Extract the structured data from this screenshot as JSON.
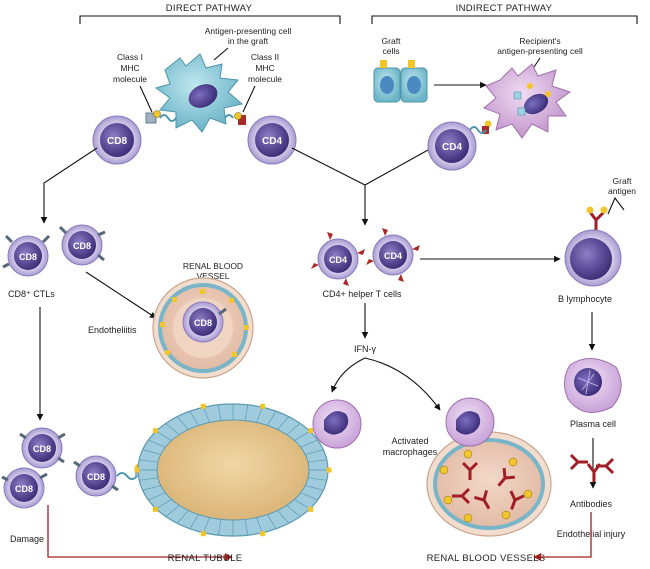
{
  "headings": {
    "direct": "DIRECT PATHWAY",
    "indirect": "INDIRECT PATHWAY"
  },
  "labels": {
    "apc_graft_1": "Antigen-presenting cell",
    "apc_graft_2": "in the graft",
    "class1_1": "Class I",
    "class1_2": "MHC",
    "class1_3": "molecule",
    "class2_1": "Class II",
    "class2_2": "MHC",
    "class2_3": "molecule",
    "graft_cells_1": "Graft",
    "graft_cells_2": "cells",
    "recipient_apc_1": "Recipient's",
    "recipient_apc_2": "antigen-presenting cell",
    "graft_antigen_1": "Graft",
    "graft_antigen_2": "antigen",
    "cd8_ctls": "CD8⁺ CTLs",
    "renal_blood_vessel_1": "RENAL BLOOD",
    "renal_blood_vessel_2": "VESSEL",
    "endotheliitis": "Endotheliitis",
    "cd4_helper": "CD4+ helper T cells",
    "b_lymphocyte": "B lymphocyte",
    "ifn": "IFN-γ",
    "activated_macrophages_1": "Activated",
    "activated_macrophages_2": "macrophages",
    "plasma_cell": "Plasma cell",
    "antibodies": "Antibodies",
    "damage": "Damage",
    "endothelial_injury": "Endothelial injury",
    "renal_tubule": "RENAL TUBULE",
    "renal_blood_vessels": "RENAL BLOOD VESSELS"
  },
  "cells": {
    "cd8": "CD8",
    "cd4": "CD4"
  },
  "colors": {
    "t_cell": "#5b4a96",
    "t_cell_halo": "#c6bde2",
    "apc_graft": "#7fc6d6",
    "apc_recipient": "#d4b3d9",
    "macrophage": "#d9b9e6",
    "nucleus": "#4a3c8c",
    "tubule_lumen": "#e7c790",
    "epithelium": "#a5d0e0",
    "receptor_red": "#a82b2b",
    "antibody": "#a01f26",
    "yellow": "#f2c52c",
    "red_arrow": "#a02020"
  }
}
